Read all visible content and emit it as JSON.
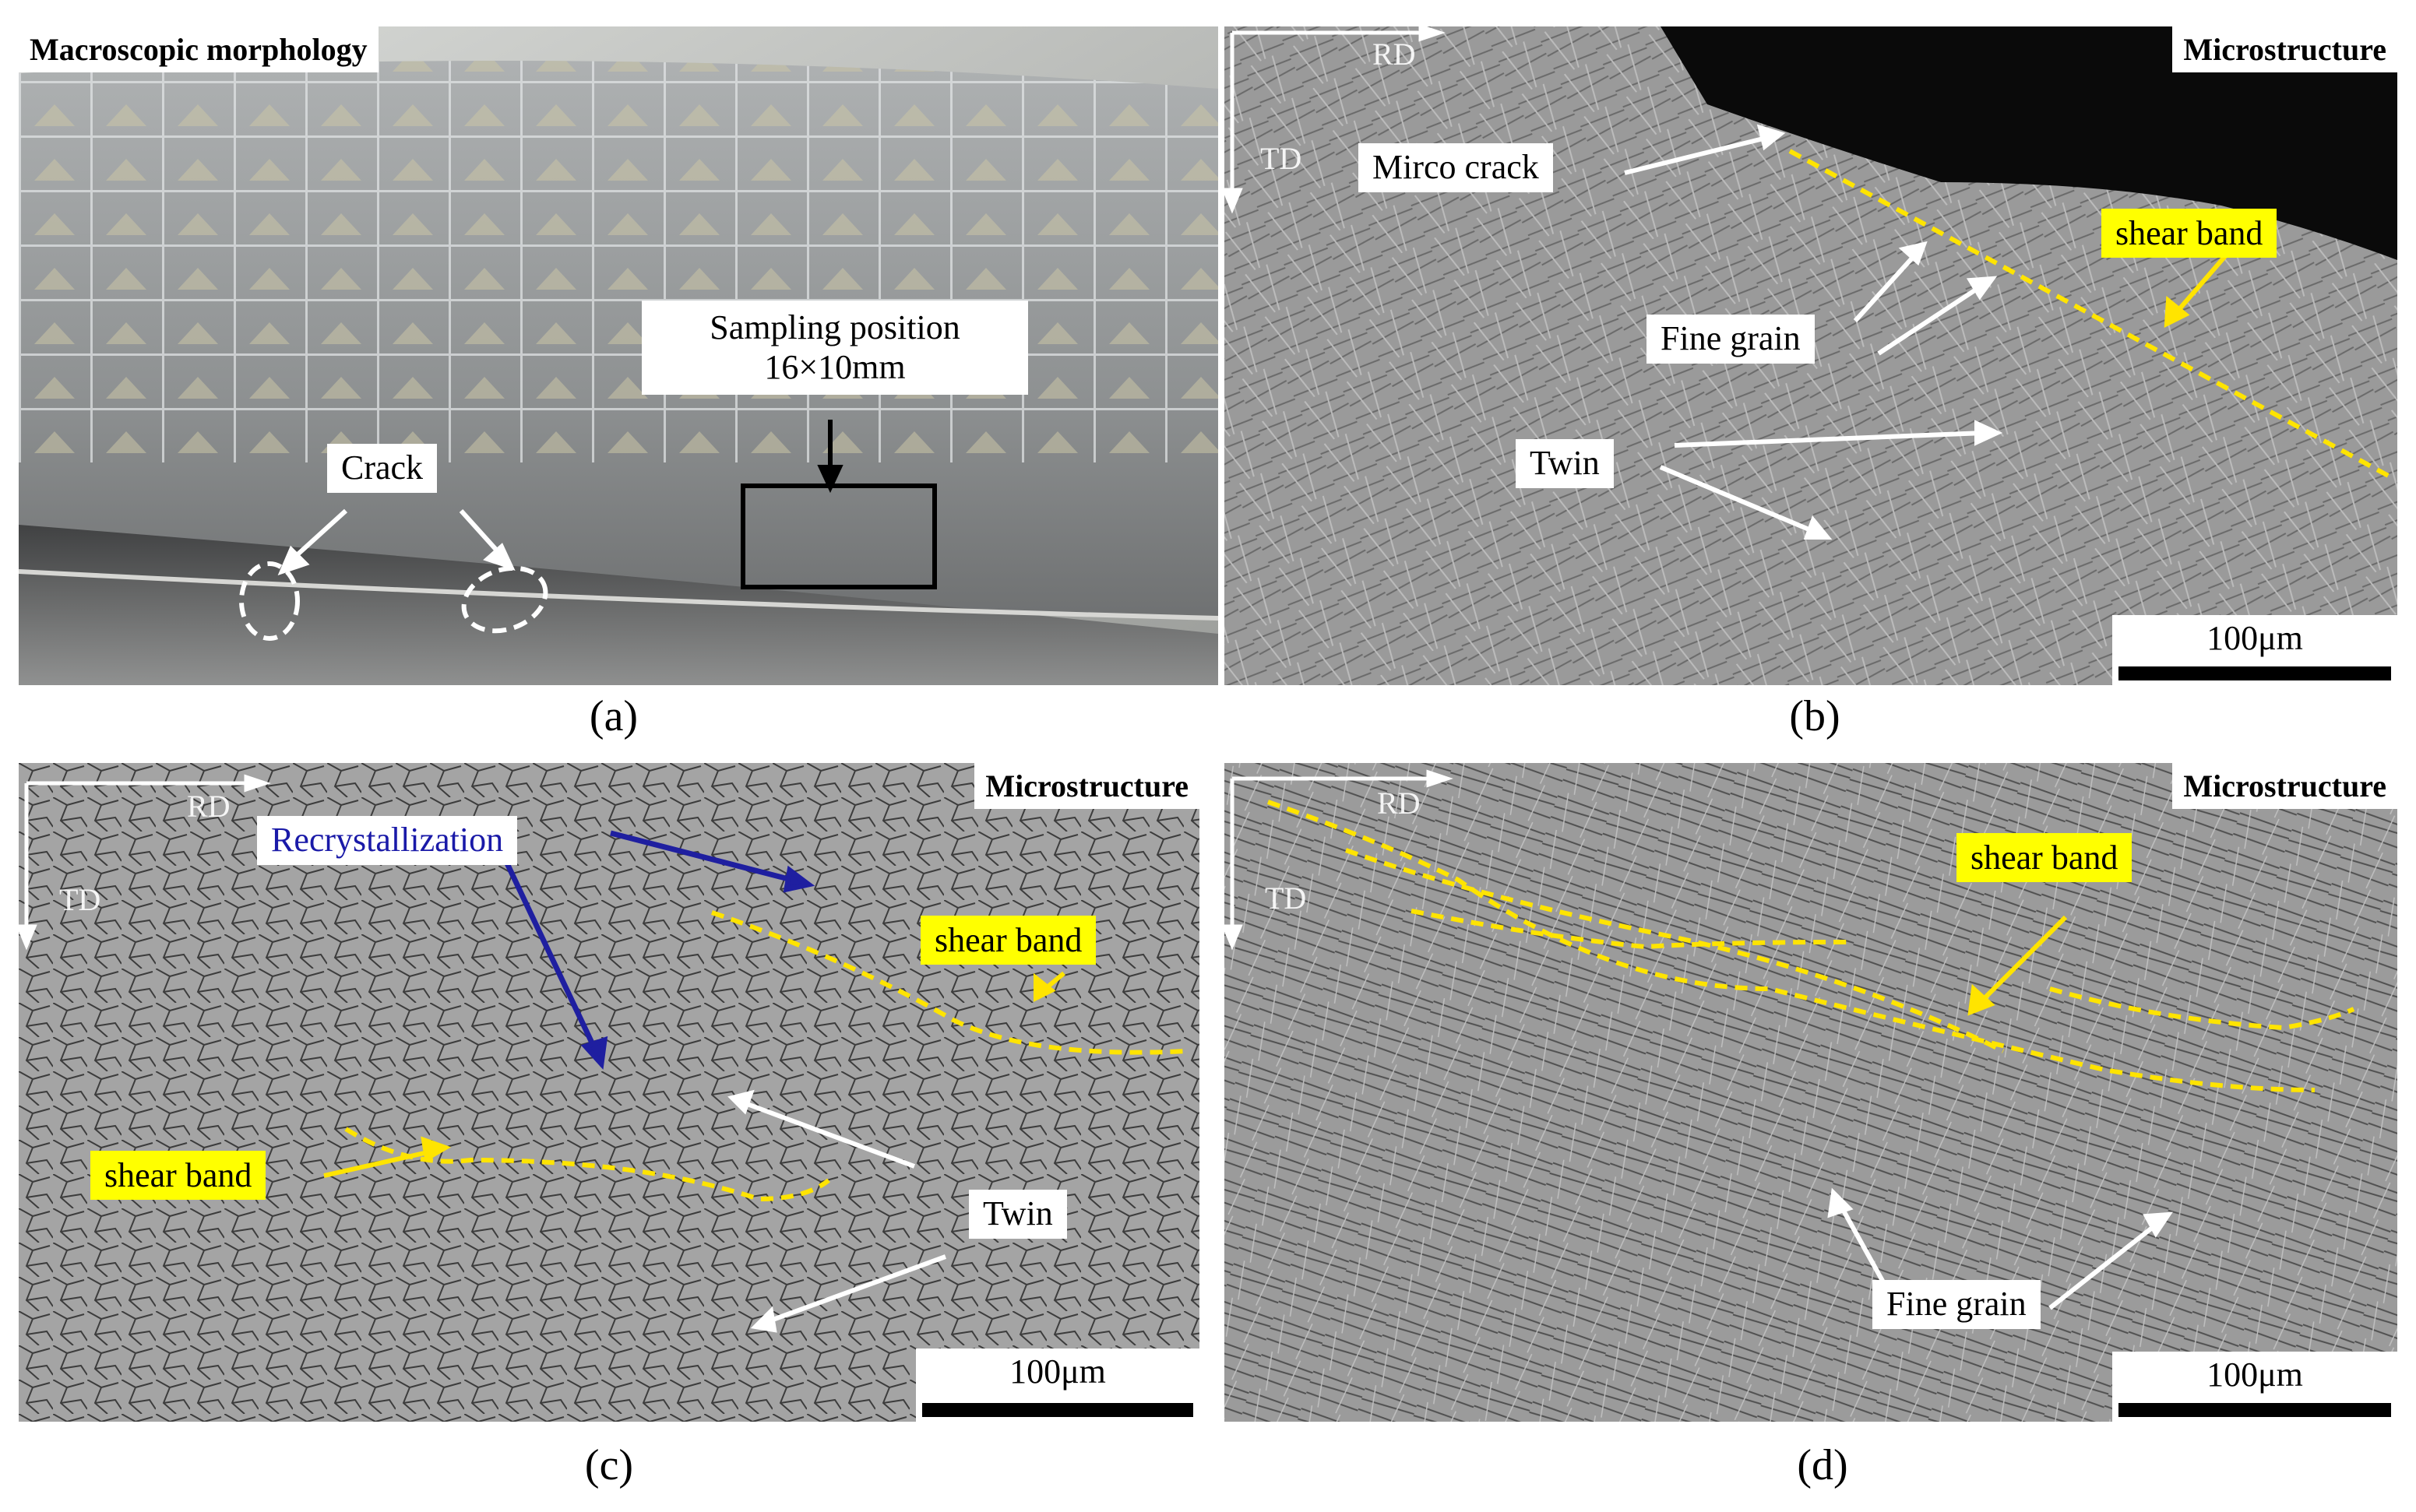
{
  "panels": {
    "a": {
      "caption": "(a)",
      "header": "Macroscopic morphology",
      "sampling_label_line1": "Sampling position",
      "sampling_label_line2": "16×10mm",
      "crack_label": "Crack"
    },
    "b": {
      "caption": "(b)",
      "header": "Microstructure",
      "axis_rd": "RD",
      "axis_td": "TD",
      "micro_crack": "Mirco  crack",
      "shear_band": "shear band",
      "fine_grain": "Fine grain",
      "twin": "Twin",
      "scale": "100μm"
    },
    "c": {
      "caption": "(c)",
      "header": "Microstructure",
      "axis_rd": "RD",
      "axis_td": "TD",
      "recrystallization": "Recrystallization",
      "shear_band_1": "shear band",
      "shear_band_2": "shear band",
      "twin": "Twin",
      "scale": "100μm"
    },
    "d": {
      "caption": "(d)",
      "header": "Microstructure",
      "axis_rd": "RD",
      "axis_td": "TD",
      "shear_band": "shear band",
      "fine_grain": "Fine grain",
      "scale": "100μm"
    }
  },
  "colors": {
    "shear_band_line": "#ffe400",
    "recrystallization_text": "#1a1aa8",
    "recrystallization_arrow": "#1f1fa0",
    "label_fill_yellow": "#ffff00"
  }
}
